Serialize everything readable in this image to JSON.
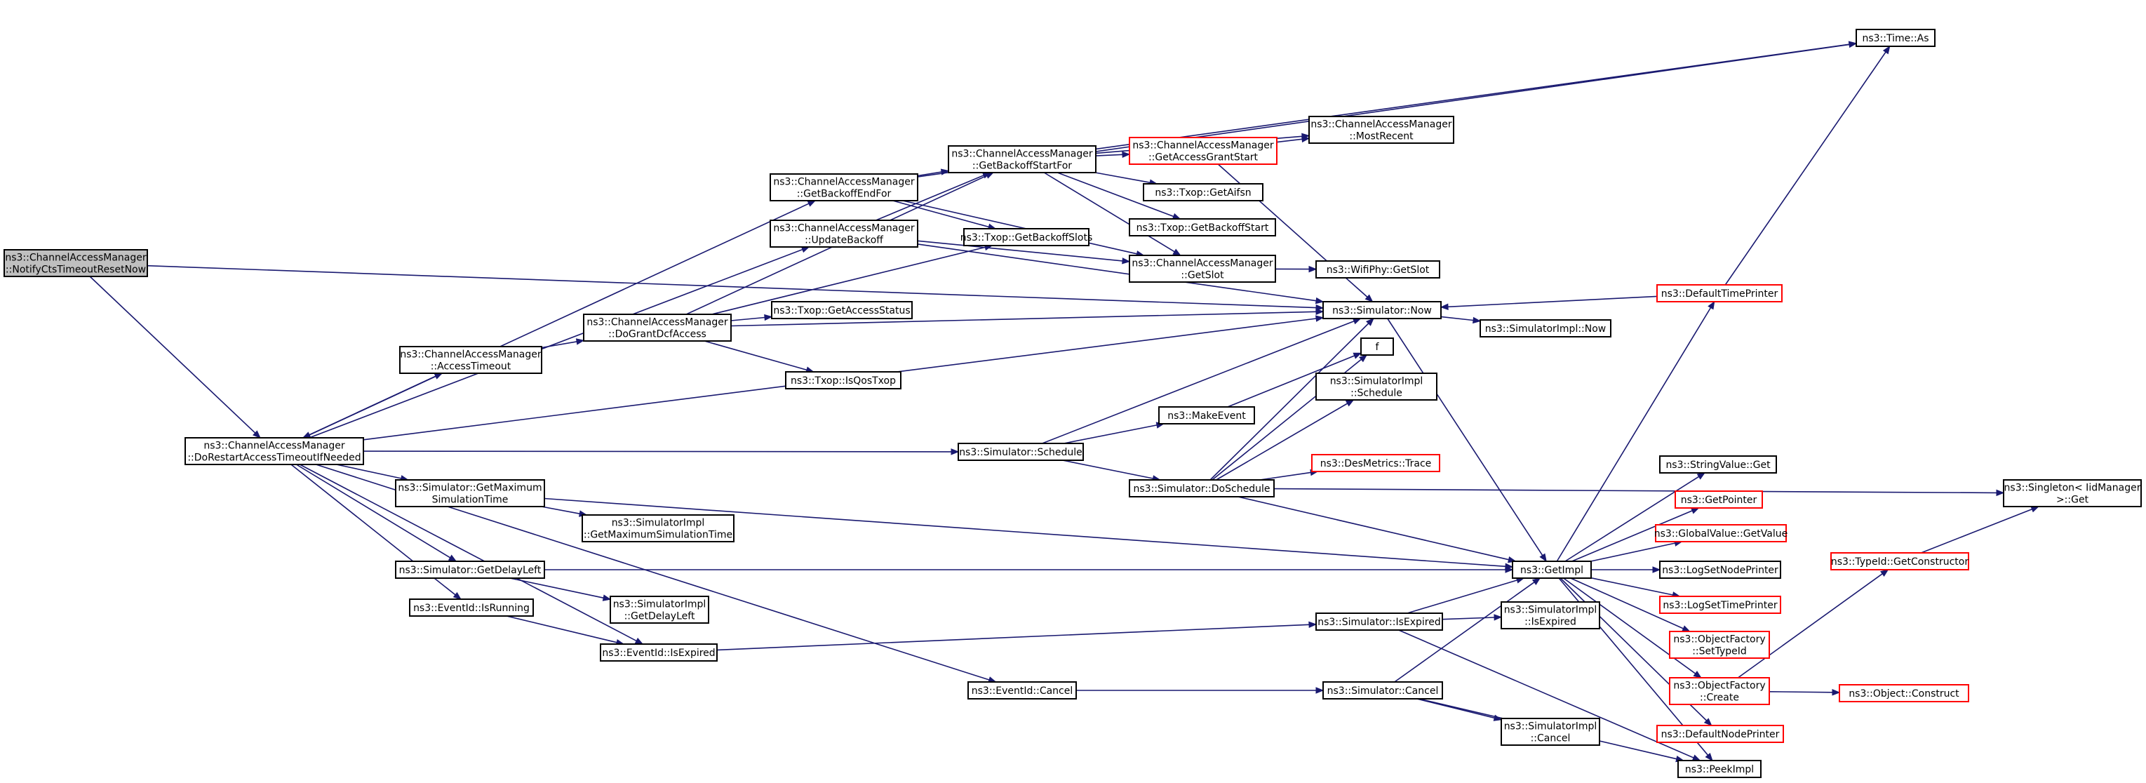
{
  "diagram": {
    "nodes": [
      {
        "id": "root",
        "lines": [
          "ns3::ChannelAccessManager",
          "::NotifyCtsTimeoutResetNow"
        ],
        "style": "root"
      },
      {
        "id": "restart",
        "lines": [
          "ns3::ChannelAccessManager",
          "::DoRestartAccessTimeoutIfNeeded"
        ],
        "style": "normal"
      },
      {
        "id": "getBackoffEndFor",
        "lines": [
          "ns3::ChannelAccessManager",
          "::GetBackoffEndFor"
        ],
        "style": "normal"
      },
      {
        "id": "updateBackoff",
        "lines": [
          "ns3::ChannelAccessManager",
          "::UpdateBackoff"
        ],
        "style": "normal"
      },
      {
        "id": "accessTimeout",
        "lines": [
          "ns3::ChannelAccessManager",
          "::AccessTimeout"
        ],
        "style": "normal"
      },
      {
        "id": "doGrantDcfAccess",
        "lines": [
          "ns3::ChannelAccessManager",
          "::DoGrantDcfAccess"
        ],
        "style": "normal"
      },
      {
        "id": "getBackoffStartFor",
        "lines": [
          "ns3::ChannelAccessManager",
          "::GetBackoffStartFor"
        ],
        "style": "normal"
      },
      {
        "id": "getAccessGrantStart",
        "lines": [
          "ns3::ChannelAccessManager",
          "::GetAccessGrantStart"
        ],
        "style": "red"
      },
      {
        "id": "mostRecent",
        "lines": [
          "ns3::ChannelAccessManager",
          "::MostRecent"
        ],
        "style": "normal"
      },
      {
        "id": "timeAs",
        "lines": [
          "ns3::Time::As"
        ],
        "style": "normal"
      },
      {
        "id": "getAifsn",
        "lines": [
          "ns3::Txop::GetAifsn"
        ],
        "style": "normal"
      },
      {
        "id": "getBackoffStart",
        "lines": [
          "ns3::Txop::GetBackoffStart"
        ],
        "style": "normal"
      },
      {
        "id": "getBackoffSlots",
        "lines": [
          "ns3::Txop::GetBackoffSlots"
        ],
        "style": "normal"
      },
      {
        "id": "camGetSlot",
        "lines": [
          "ns3::ChannelAccessManager",
          "::GetSlot"
        ],
        "style": "normal"
      },
      {
        "id": "wifiGetSlot",
        "lines": [
          "ns3::WifiPhy::GetSlot"
        ],
        "style": "normal"
      },
      {
        "id": "getAccessStatus",
        "lines": [
          "ns3::Txop::GetAccessStatus"
        ],
        "style": "normal"
      },
      {
        "id": "isQosTxop",
        "lines": [
          "ns3::Txop::IsQosTxop"
        ],
        "style": "normal"
      },
      {
        "id": "simNow",
        "lines": [
          "ns3::Simulator::Now"
        ],
        "style": "normal"
      },
      {
        "id": "simImplNow",
        "lines": [
          "ns3::SimulatorImpl::Now"
        ],
        "style": "normal"
      },
      {
        "id": "defaultTimePrinter",
        "lines": [
          "ns3::DefaultTimePrinter"
        ],
        "style": "red"
      },
      {
        "id": "f",
        "lines": [
          "f"
        ],
        "style": "normal"
      },
      {
        "id": "simImplSchedule",
        "lines": [
          "ns3::SimulatorImpl",
          "::Schedule"
        ],
        "style": "normal"
      },
      {
        "id": "makeEvent",
        "lines": [
          "ns3::MakeEvent"
        ],
        "style": "normal"
      },
      {
        "id": "simSchedule",
        "lines": [
          "ns3::Simulator::Schedule"
        ],
        "style": "normal"
      },
      {
        "id": "doSchedule",
        "lines": [
          "ns3::Simulator::DoSchedule"
        ],
        "style": "normal"
      },
      {
        "id": "desMetricsTrace",
        "lines": [
          "ns3::DesMetrics::Trace"
        ],
        "style": "red"
      },
      {
        "id": "singletonGet",
        "lines": [
          "ns3::Singleton< IidManager",
          ">::Get"
        ],
        "style": "normal"
      },
      {
        "id": "getMaxSimTime",
        "lines": [
          "ns3::Simulator::GetMaximum",
          "SimulationTime"
        ],
        "style": "normal"
      },
      {
        "id": "implGetMaxSimTime",
        "lines": [
          "ns3::SimulatorImpl",
          "::GetMaximumSimulationTime"
        ],
        "style": "normal"
      },
      {
        "id": "getDelayLeft",
        "lines": [
          "ns3::Simulator::GetDelayLeft"
        ],
        "style": "normal"
      },
      {
        "id": "implGetDelayLeft",
        "lines": [
          "ns3::SimulatorImpl",
          "::GetDelayLeft"
        ],
        "style": "normal"
      },
      {
        "id": "eventIsRunning",
        "lines": [
          "ns3::EventId::IsRunning"
        ],
        "style": "normal"
      },
      {
        "id": "eventIsExpired",
        "lines": [
          "ns3::EventId::IsExpired"
        ],
        "style": "normal"
      },
      {
        "id": "simIsExpired",
        "lines": [
          "ns3::Simulator::IsExpired"
        ],
        "style": "normal"
      },
      {
        "id": "implIsExpired",
        "lines": [
          "ns3::SimulatorImpl",
          "::IsExpired"
        ],
        "style": "normal"
      },
      {
        "id": "eventCancel",
        "lines": [
          "ns3::EventId::Cancel"
        ],
        "style": "normal"
      },
      {
        "id": "simCancel",
        "lines": [
          "ns3::Simulator::Cancel"
        ],
        "style": "normal"
      },
      {
        "id": "implCancel",
        "lines": [
          "ns3::SimulatorImpl",
          "::Cancel"
        ],
        "style": "normal"
      },
      {
        "id": "getImpl",
        "lines": [
          "ns3::GetImpl"
        ],
        "style": "normal"
      },
      {
        "id": "stringValueGet",
        "lines": [
          "ns3::StringValue::Get"
        ],
        "style": "normal"
      },
      {
        "id": "getPointer",
        "lines": [
          "ns3::GetPointer"
        ],
        "style": "red"
      },
      {
        "id": "globalValueGetValue",
        "lines": [
          "ns3::GlobalValue::GetValue"
        ],
        "style": "red"
      },
      {
        "id": "logSetNodePrinter",
        "lines": [
          "ns3::LogSetNodePrinter"
        ],
        "style": "normal"
      },
      {
        "id": "logSetTimePrinter",
        "lines": [
          "ns3::LogSetTimePrinter"
        ],
        "style": "red"
      },
      {
        "id": "objFactorySetTypeId",
        "lines": [
          "ns3::ObjectFactory",
          "::SetTypeId"
        ],
        "style": "red"
      },
      {
        "id": "objFactoryCreate",
        "lines": [
          "ns3::ObjectFactory",
          "::Create"
        ],
        "style": "red"
      },
      {
        "id": "defaultNodePrinter",
        "lines": [
          "ns3::DefaultNodePrinter"
        ],
        "style": "red"
      },
      {
        "id": "peekImpl",
        "lines": [
          "ns3::PeekImpl"
        ],
        "style": "normal"
      },
      {
        "id": "typeIdGetConstructor",
        "lines": [
          "ns3::TypeId::GetConstructor"
        ],
        "style": "red"
      },
      {
        "id": "objectConstruct",
        "lines": [
          "ns3::Object::Construct"
        ],
        "style": "red"
      }
    ]
  }
}
